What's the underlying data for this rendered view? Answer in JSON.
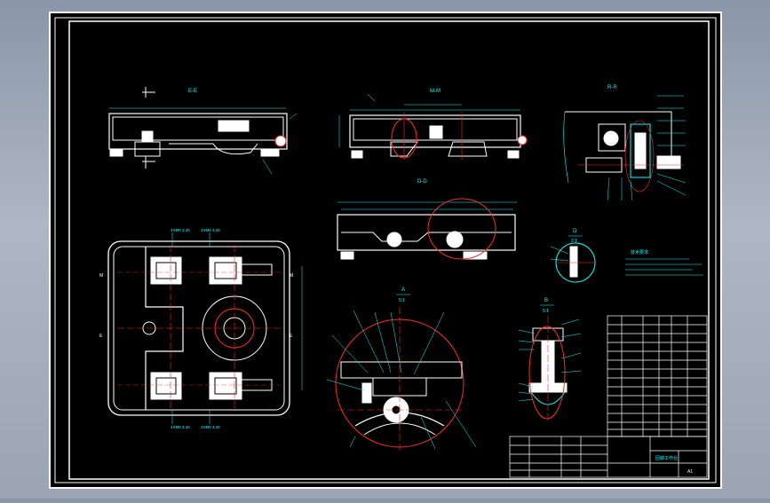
{
  "colors": {
    "background": "#000000",
    "outline": "#ffffff",
    "dimension": "#00ffff",
    "centerline": "#ff2a2a",
    "cad_window": "#9aa4b3"
  },
  "views": {
    "section_ee": "E-E",
    "section_mm": "M-M",
    "section_rr": "R-R",
    "section_dd": "D-D",
    "detail_d": "D",
    "detail_d_scale": "2:1",
    "detail_a": "A",
    "detail_a_scale": "5:1",
    "detail_b": "B",
    "detail_b_scale": "5:1"
  },
  "plan_labels": {
    "dim_top_left": "4XM6 4.40",
    "dim_top_right": "4XM6 4.40",
    "dim_bottom_left": "4XM6 4.40",
    "dim_bottom_right": "4XM6 4.40",
    "mark_e_left": "E",
    "mark_e_right": "E",
    "mark_m_left": "M",
    "mark_m_right": "M"
  },
  "notes_title": "技术要求",
  "title_block": {
    "part_name": "回转工作台",
    "sheet": "A1"
  }
}
